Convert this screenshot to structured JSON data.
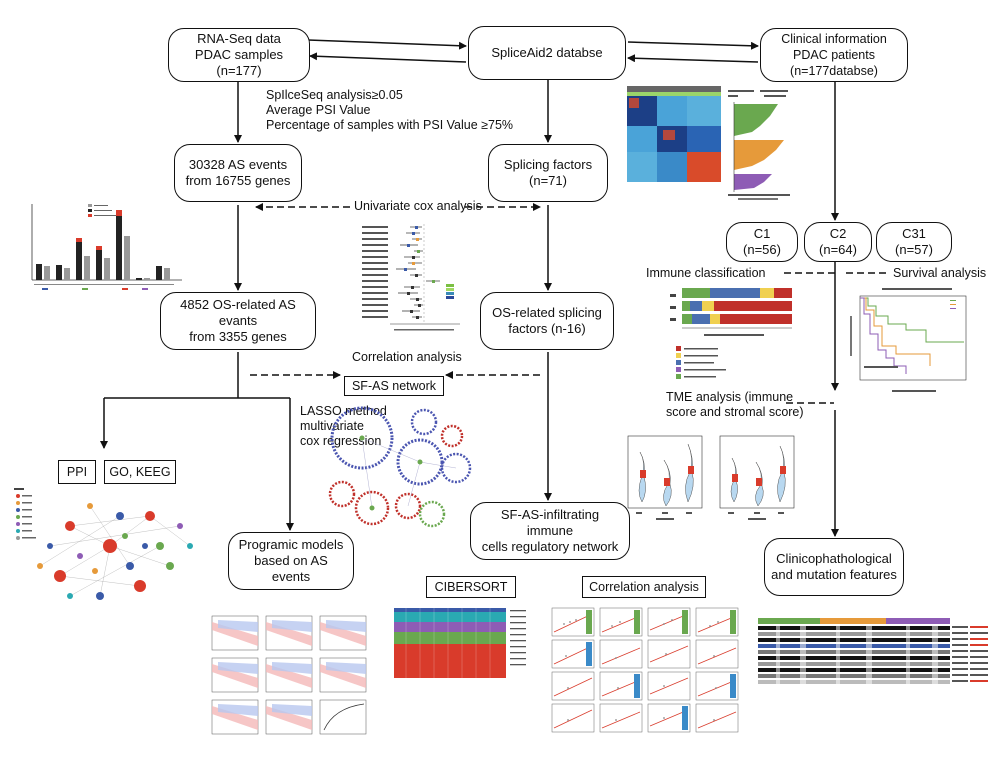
{
  "nodes": {
    "rnaseq": {
      "line1": "RNA-Seq data",
      "line2": "PDAC samples (n=177)"
    },
    "spliceaid": {
      "line1": "SpliceAid2 databse"
    },
    "clinical": {
      "line1": "Clinical information",
      "line2": "PDAC patients (n=177databse)"
    },
    "as_events": {
      "line1": "30328 AS events",
      "line2": "from 16755 genes"
    },
    "splicing_factors": {
      "line1": "Splicing factors",
      "line2": "(n=71)"
    },
    "c1": {
      "line1": "C1 (n=56)"
    },
    "c2": {
      "line1": "C2 (n=64)"
    },
    "c3": {
      "line1": "C31 (n=57)"
    },
    "os_as": {
      "line1": "4852 OS-related AS evants",
      "line2": "from 3355 genes"
    },
    "os_sf": {
      "line1": "OS-related splicing",
      "line2": "factors (n-16)"
    },
    "programic": {
      "line1": "Programic models",
      "line2": "based on AS events"
    },
    "network": {
      "line1": "SF-AS-infiltrating immune",
      "line2": "cells regulatory network"
    },
    "clinico": {
      "line1": "Clinicophathological",
      "line2": "and mutation features"
    }
  },
  "labels": {
    "spliceseq": {
      "line1": "SpIlceSeq analysis≥0.05",
      "line2": "Average PSI Value",
      "line3": "Percentage of samples with PSI Value ≥75%"
    },
    "univariate": "Univariate cox analysis",
    "correlation_analysis": "Correlation analysis",
    "lasso": {
      "line1": "LASSO method",
      "line2": "multivariate",
      "line3": "cox regression"
    },
    "immune_classification": "Immune classification",
    "survival_analysis": "Survival analysis",
    "tme": {
      "line1": "TME analysis (immune",
      "line2": "score and stromal score)"
    }
  },
  "boxes": {
    "sf_as_network": "SF-AS network",
    "ppi": "PPI",
    "go_keeg": "GO, KEEG",
    "cibersort": "CIBERSORT",
    "correlation_analysis": "Correlation analysis"
  },
  "thumbnails": {
    "bar_chart": "bar-chart",
    "forest_plot": "forest-plot",
    "consensus_heatmap": "heatmap",
    "silhouette_plot": "silhouette-plot",
    "immune_bar": "stacked-bar",
    "km_curve": "survival-curve",
    "violin_plots": "violin-plot",
    "sf_as_network_graph": "network-graph",
    "ppi_network_graph": "network-graph",
    "km_grid": "survival-curves",
    "cibersort_bars": "stacked-bar",
    "correlation_grid": "scatter-grid",
    "oncoprint": "mutation-heatmap"
  },
  "colors": {
    "line": "#111111",
    "red": "#d93b2b",
    "blue": "#3a5aa8",
    "green": "#6aa84f",
    "orange": "#e69a3a",
    "purple": "#8e5cb5",
    "teal": "#2aa9b2"
  }
}
